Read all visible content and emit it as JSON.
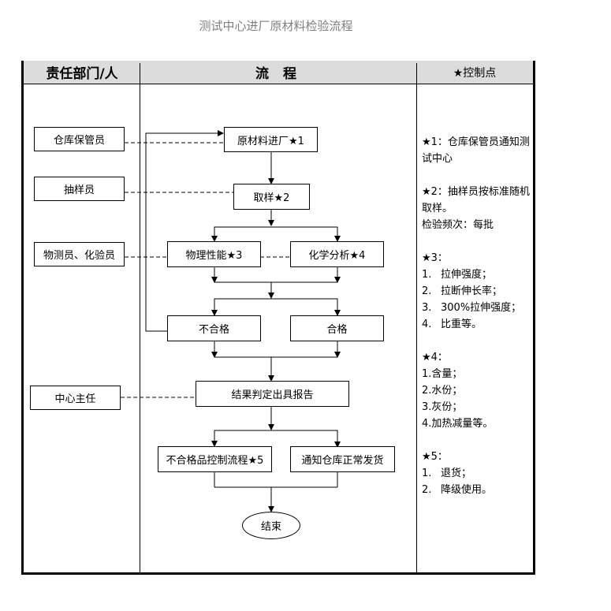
{
  "title": "测试中心进厂原材料检验流程",
  "headers": {
    "dept": "责任部门/人",
    "flow": "流 程",
    "control": "★控制点"
  },
  "departments": [
    {
      "id": "warehouse",
      "label": "仓库保管员"
    },
    {
      "id": "sampler",
      "label": "抽样员"
    },
    {
      "id": "tester",
      "label": "物测员、化验员"
    },
    {
      "id": "director",
      "label": "中心主任"
    }
  ],
  "flow_nodes": {
    "incoming": "原材料进厂★1",
    "sampling": "取样★2",
    "physical": "物理性能★3",
    "chemical": "化学分析★4",
    "fail": "不合格",
    "pass": "合格",
    "report": "结果判定出具报告",
    "nonconforming": "不合格品控制流程★5",
    "notify": "通知仓库正常发货",
    "end": "结束"
  },
  "control_points": {
    "c1": {
      "head": "★1：仓库保管员通知测试中心"
    },
    "c2": {
      "head": "★2：抽样员按标准随机取样。",
      "freq": "检验频次：每批"
    },
    "c3": {
      "head": "★3：",
      "items": [
        {
          "n": "1.",
          "t": "拉伸强度；"
        },
        {
          "n": "2.",
          "t": "拉断伸长率；"
        },
        {
          "n": "3.",
          "t": "300%拉伸强度；"
        },
        {
          "n": "4.",
          "t": "比重等。"
        }
      ]
    },
    "c4": {
      "head": "★4：",
      "items": [
        "1.含量；",
        "2.水份；",
        "3.灰份；",
        "4.加热减量等。"
      ]
    },
    "c5": {
      "head": "★5：",
      "items": [
        {
          "n": "1.",
          "t": "退货；"
        },
        {
          "n": "2.",
          "t": "降级使用。"
        }
      ]
    }
  }
}
